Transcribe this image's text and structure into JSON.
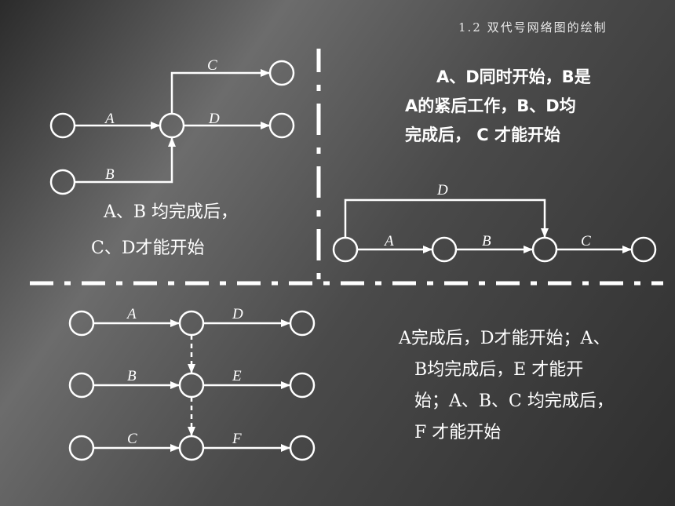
{
  "slide_title": "1.2 双代号网络图的绘制",
  "colors": {
    "foreground": "#ffffff",
    "divider": "#ffffff"
  },
  "q1": {
    "labels": {
      "a": "A",
      "b": "B",
      "c": "C",
      "d": "D"
    },
    "caption_line1": "A、B 均完成后，",
    "caption_line2": "C、D才能开始"
  },
  "q2": {
    "labels": {
      "a": "A",
      "b": "B",
      "c": "C",
      "d": "D"
    },
    "caption_line1": "A、D同时开始，B是",
    "caption_line2": "A的紧后工作，B、D均",
    "caption_line3": "完成后， C 才能开始"
  },
  "q3": {
    "labels": {
      "a": "A",
      "b": "B",
      "c": "C",
      "d": "D",
      "e": "E",
      "f": "F"
    }
  },
  "q4": {
    "caption_line1": "A完成后，D才能开始；A、",
    "caption_line2": "B均完成后，E 才能开",
    "caption_line3": "始；A、B、C 均完成后，",
    "caption_line4": "F 才能开始"
  }
}
